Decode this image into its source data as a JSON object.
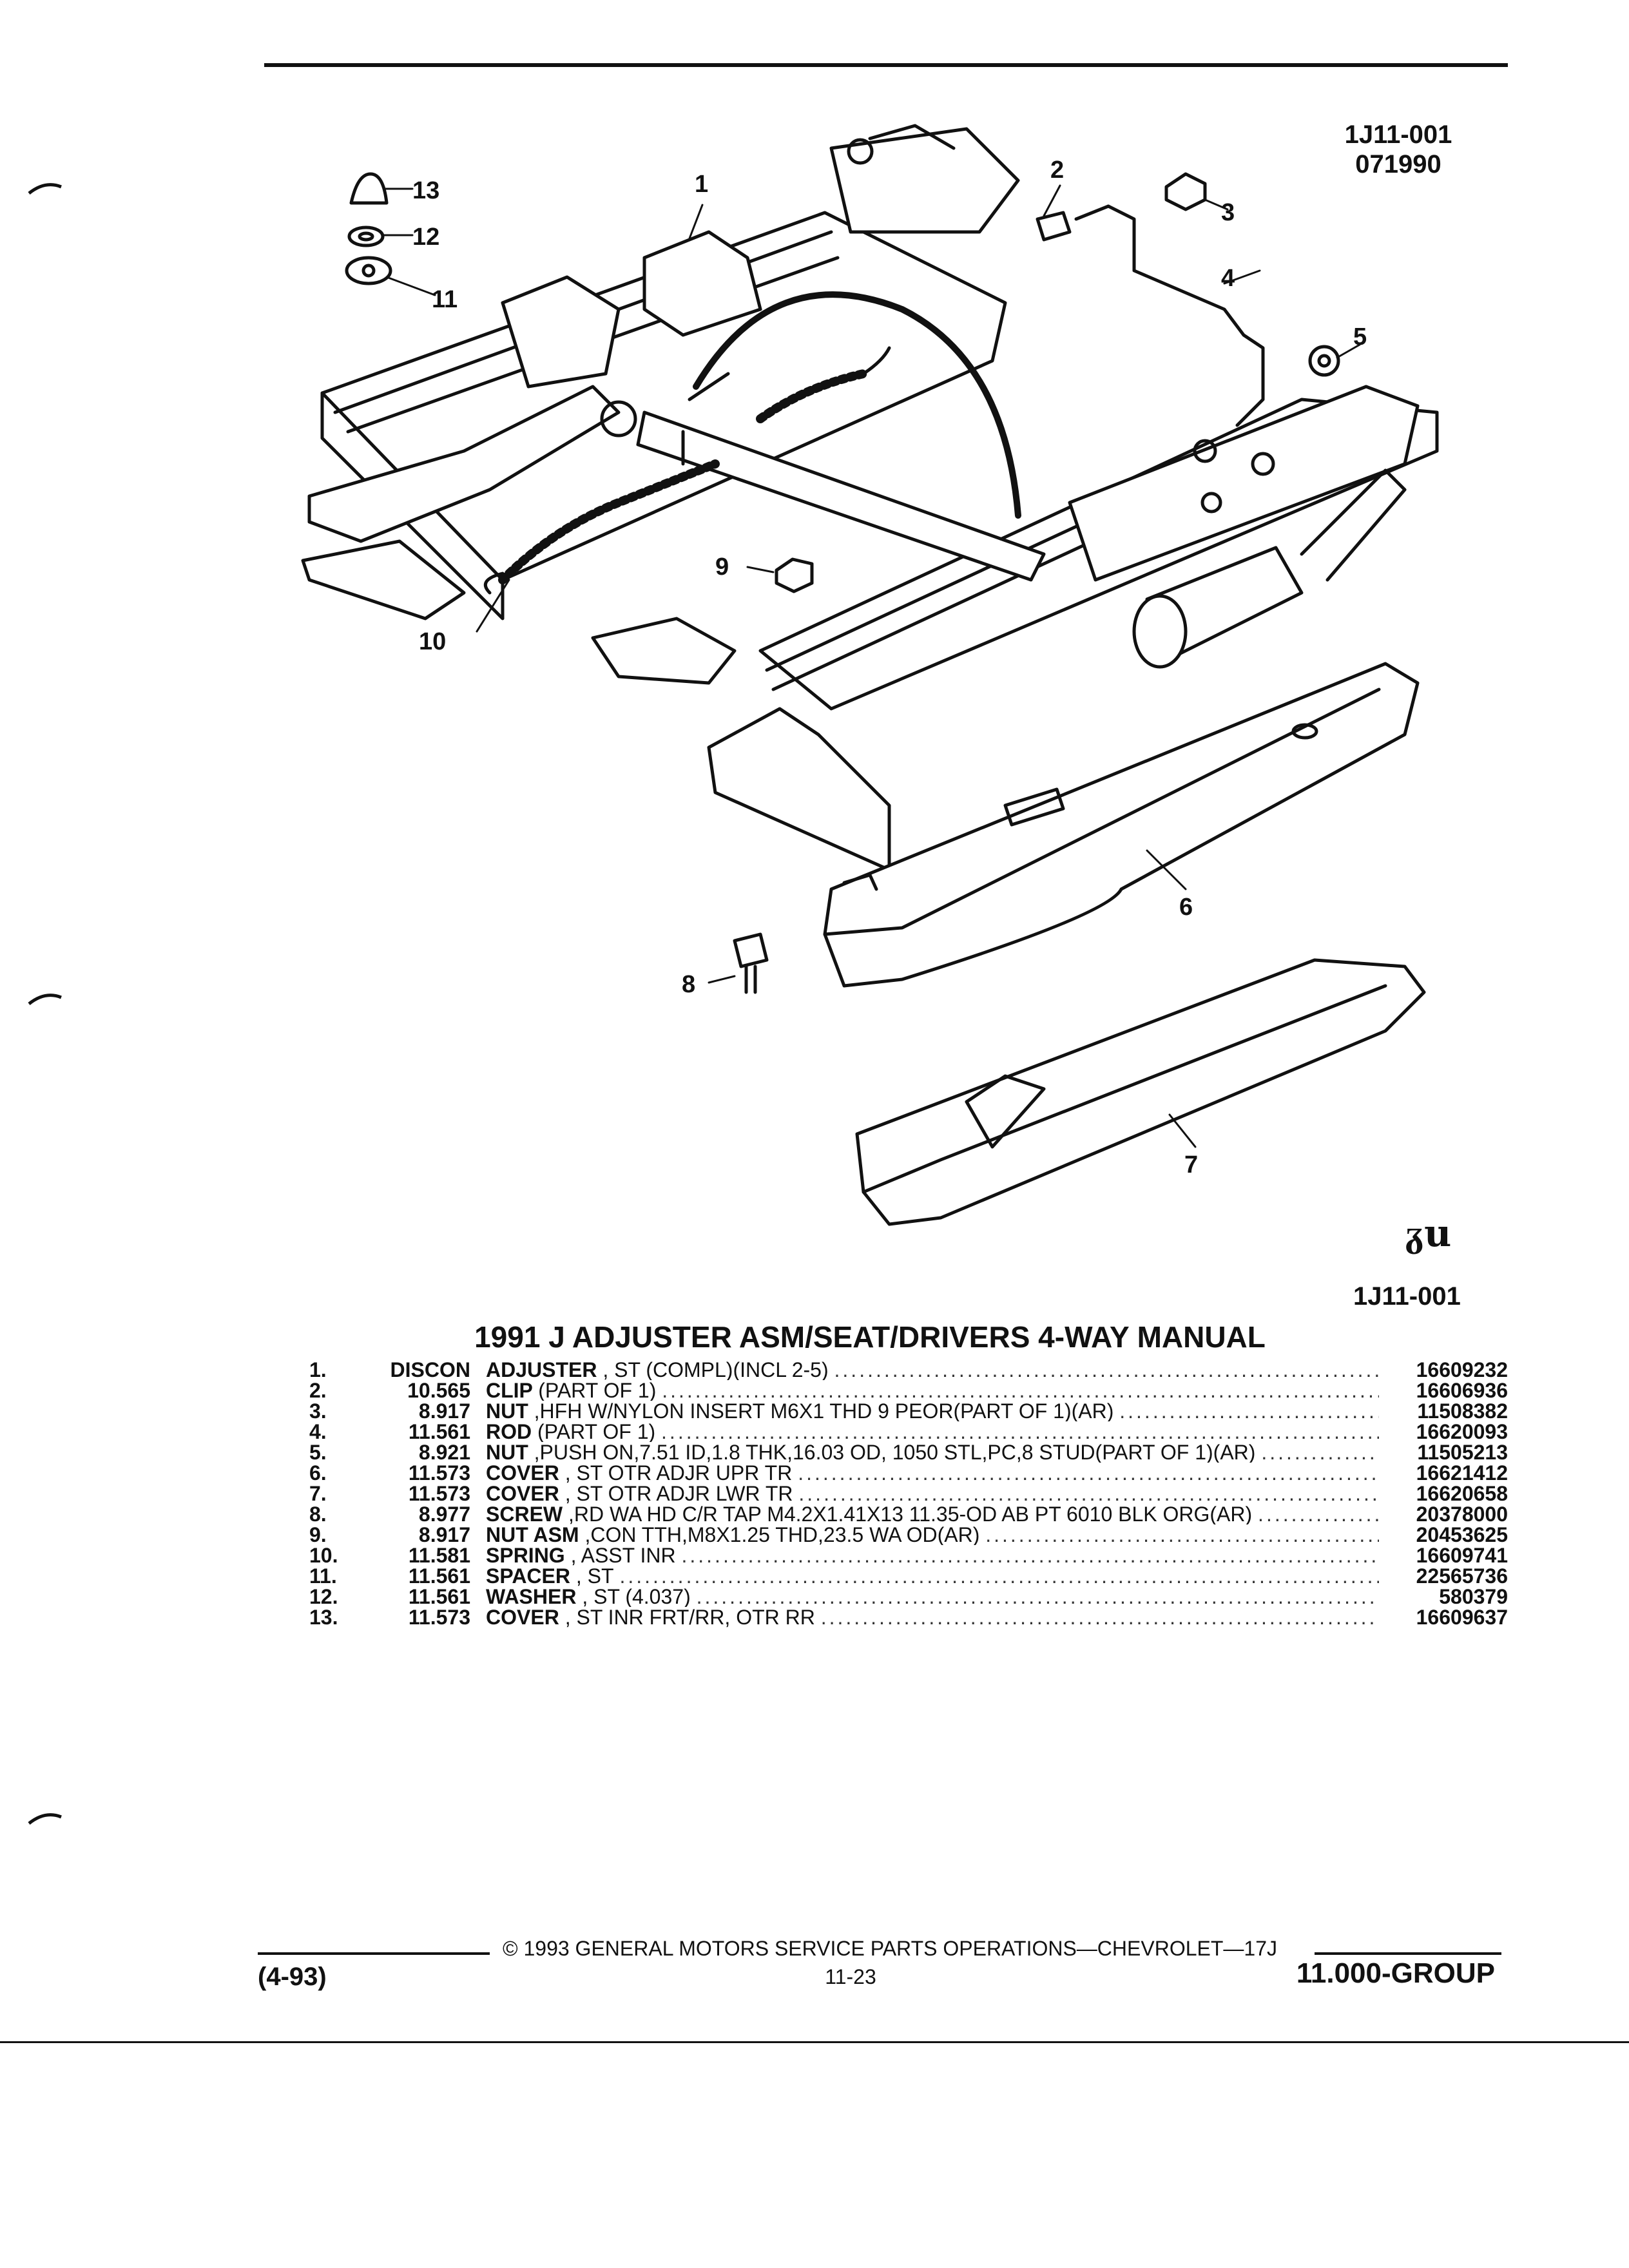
{
  "header": {
    "drawing_code": "1J11-001",
    "date_code": "071990"
  },
  "diagram": {
    "callouts": [
      "1",
      "2",
      "3",
      "4",
      "5",
      "6",
      "7",
      "8",
      "9",
      "10",
      "11",
      "12",
      "13"
    ],
    "figure_code": "1J11-001",
    "logo": "ᵹu"
  },
  "table": {
    "title": "1991 J ADJUSTER ASM/SEAT/DRIVERS 4-WAY MANUAL",
    "rows": [
      {
        "num": "1.",
        "group": "DISCON",
        "name": "ADJUSTER",
        "spec": ", ST (COMPL)(INCL 2-5)",
        "part": "16609232"
      },
      {
        "num": "2.",
        "group": "10.565",
        "name": "CLIP",
        "spec": "(PART OF 1)",
        "part": "16606936"
      },
      {
        "num": "3.",
        "group": "8.917",
        "name": "NUT",
        "spec": ",HFH W/NYLON INSERT M6X1 THD 9 PEOR(PART OF 1)(AR)",
        "part": "11508382"
      },
      {
        "num": "4.",
        "group": "11.561",
        "name": "ROD",
        "spec": "(PART OF 1)",
        "part": "16620093"
      },
      {
        "num": "5.",
        "group": "8.921",
        "name": "NUT",
        "spec": ",PUSH ON,7.51 ID,1.8 THK,16.03 OD, 1050 STL,PC,8 STUD(PART OF 1)(AR)",
        "part": "11505213"
      },
      {
        "num": "6.",
        "group": "11.573",
        "name": "COVER",
        "spec": ", ST OTR ADJR UPR TR",
        "part": "16621412"
      },
      {
        "num": "7.",
        "group": "11.573",
        "name": "COVER",
        "spec": ", ST OTR ADJR LWR TR",
        "part": "16620658"
      },
      {
        "num": "8.",
        "group": "8.977",
        "name": "SCREW",
        "spec": ",RD WA HD C/R TAP M4.2X1.41X13 11.35-OD AB PT 6010 BLK ORG(AR)",
        "part": "20378000"
      },
      {
        "num": "9.",
        "group": "8.917",
        "name": "NUT ASM",
        "spec": ",CON TTH,M8X1.25 THD,23.5 WA OD(AR)",
        "part": "20453625"
      },
      {
        "num": "10.",
        "group": "11.581",
        "name": "SPRING",
        "spec": ", ASST INR",
        "part": "16609741"
      },
      {
        "num": "11.",
        "group": "11.561",
        "name": "SPACER",
        "spec": ", ST",
        "part": "22565736"
      },
      {
        "num": "12.",
        "group": "11.561",
        "name": "WASHER",
        "spec": ", ST (4.037)",
        "part": "580379"
      },
      {
        "num": "13.",
        "group": "11.573",
        "name": "COVER",
        "spec": ", ST INR FRT/RR, OTR RR",
        "part": "16609637"
      }
    ]
  },
  "footer": {
    "copyright": "© 1993 GENERAL MOTORS SERVICE PARTS OPERATIONS—CHEVROLET—17J",
    "page": "11-23",
    "date": "(4-93)",
    "group": "11.000-GROUP"
  }
}
